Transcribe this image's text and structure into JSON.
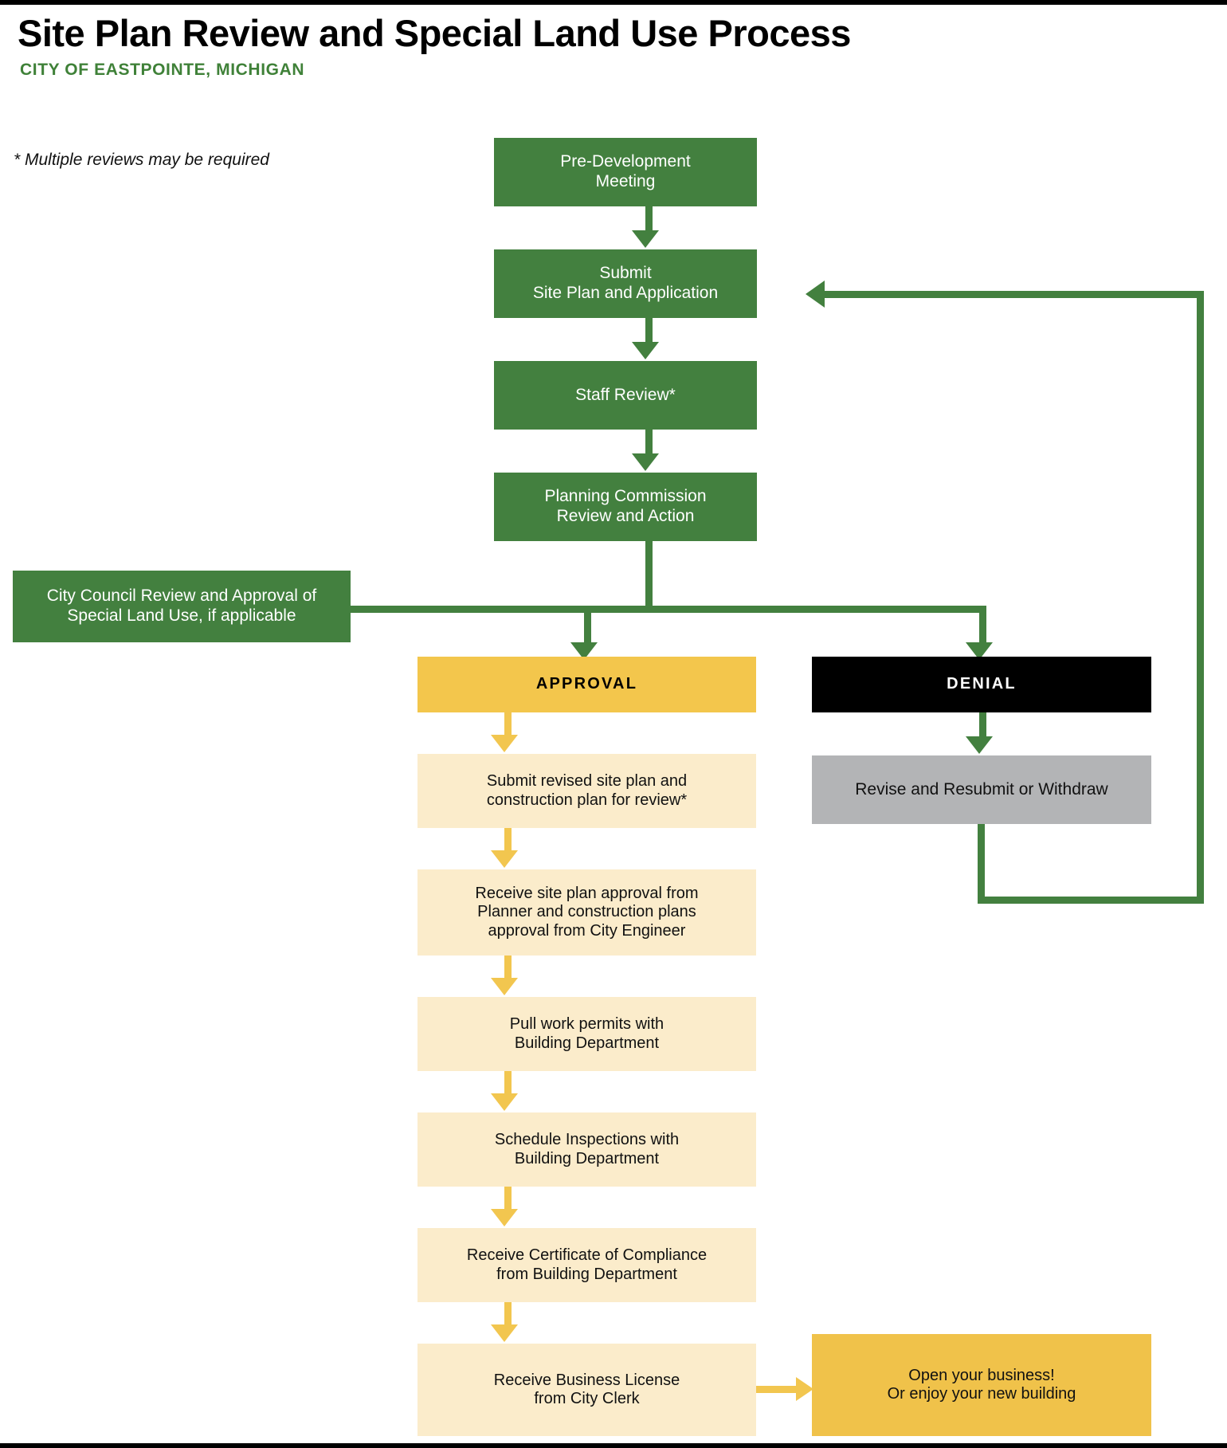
{
  "header": {
    "title": "Site Plan Review and Special Land Use Process",
    "subtitle": "CITY OF EASTPOINTE, MICHIGAN",
    "footnote": "* Multiple reviews may be required"
  },
  "colors": {
    "green": "#43803f",
    "approval_yellow": "#f3c64c",
    "denial_black": "#000000",
    "cream": "#fbeccb",
    "gray": "#b3b4b6",
    "gold": "#f0c24a",
    "subtitle_green": "#3f8138"
  },
  "flow": {
    "green_nodes": [
      {
        "id": "pre-development-meeting",
        "line1": "Pre-Development",
        "line2": "Meeting"
      },
      {
        "id": "submit-site-plan",
        "line1": "Submit",
        "line2": "Site Plan and Application"
      },
      {
        "id": "staff-review",
        "line1": "Staff Review*",
        "line2": ""
      },
      {
        "id": "planning-commission",
        "line1": "Planning Commission",
        "line2": "Review and Action"
      }
    ],
    "city_council": {
      "id": "city-council-review",
      "line1": "City Council Review and Approval of",
      "line2": "Special Land Use, if applicable"
    },
    "decision": {
      "approval": "APPROVAL",
      "denial": "DENIAL"
    },
    "denial_branch": {
      "id": "revise-and-resubmit",
      "label": "Revise and Resubmit or Withdraw"
    },
    "approval_steps": [
      {
        "id": "submit-revised-plans",
        "line1": "Submit revised site plan and",
        "line2": "construction plan for review*",
        "line3": ""
      },
      {
        "id": "receive-plan-approvals",
        "line1": "Receive site plan approval from",
        "line2": "Planner and construction plans",
        "line3": "approval from City Engineer"
      },
      {
        "id": "pull-work-permits",
        "line1": "Pull work permits with",
        "line2": "Building Department",
        "line3": ""
      },
      {
        "id": "schedule-inspections",
        "line1": "Schedule Inspections with",
        "line2": "Building Department",
        "line3": ""
      },
      {
        "id": "receive-certificate-of-compliance",
        "line1": "Receive Certificate of Compliance",
        "line2": "from Building Department",
        "line3": ""
      },
      {
        "id": "receive-business-license",
        "line1": "Receive Business License",
        "line2": "from City Clerk",
        "line3": ""
      }
    ],
    "final": {
      "id": "open-your-business",
      "line1": "Open your business!",
      "line2": "Or enjoy your new building"
    }
  }
}
